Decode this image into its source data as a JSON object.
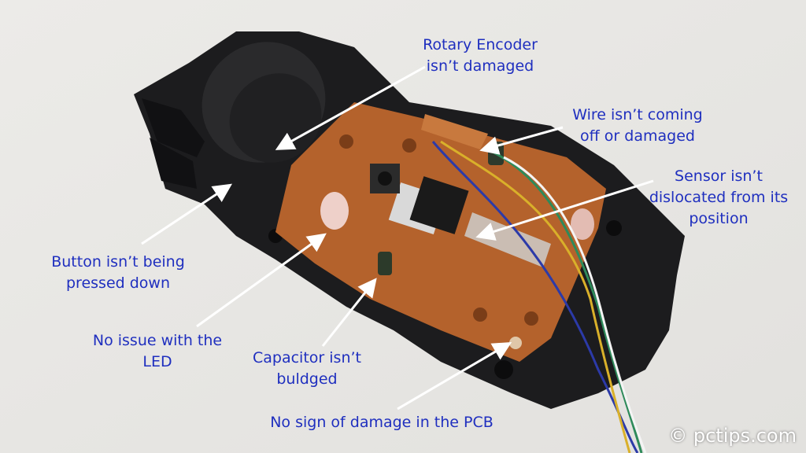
{
  "annotations": {
    "rotary_encoder": [
      "Rotary Encoder",
      "isn’t damaged"
    ],
    "wire": [
      "Wire isn’t coming",
      "off or damaged"
    ],
    "sensor": [
      "Sensor isn’t",
      "dislocated from its",
      "position"
    ],
    "button": [
      "Button isn’t being",
      "pressed down"
    ],
    "led": [
      "No issue with the",
      "LED"
    ],
    "capacitor": [
      "Capacitor isn’t",
      "buldged"
    ],
    "pcb": "No sign of damage in the PCB"
  },
  "watermark": "© pctips.com",
  "colors": {
    "annotation_text": "#1f2fbf",
    "arrow": "#ffffff",
    "pcb": "#b4622c",
    "mouse_shell": "#1c1c1e",
    "background": "#e8e8e6"
  }
}
